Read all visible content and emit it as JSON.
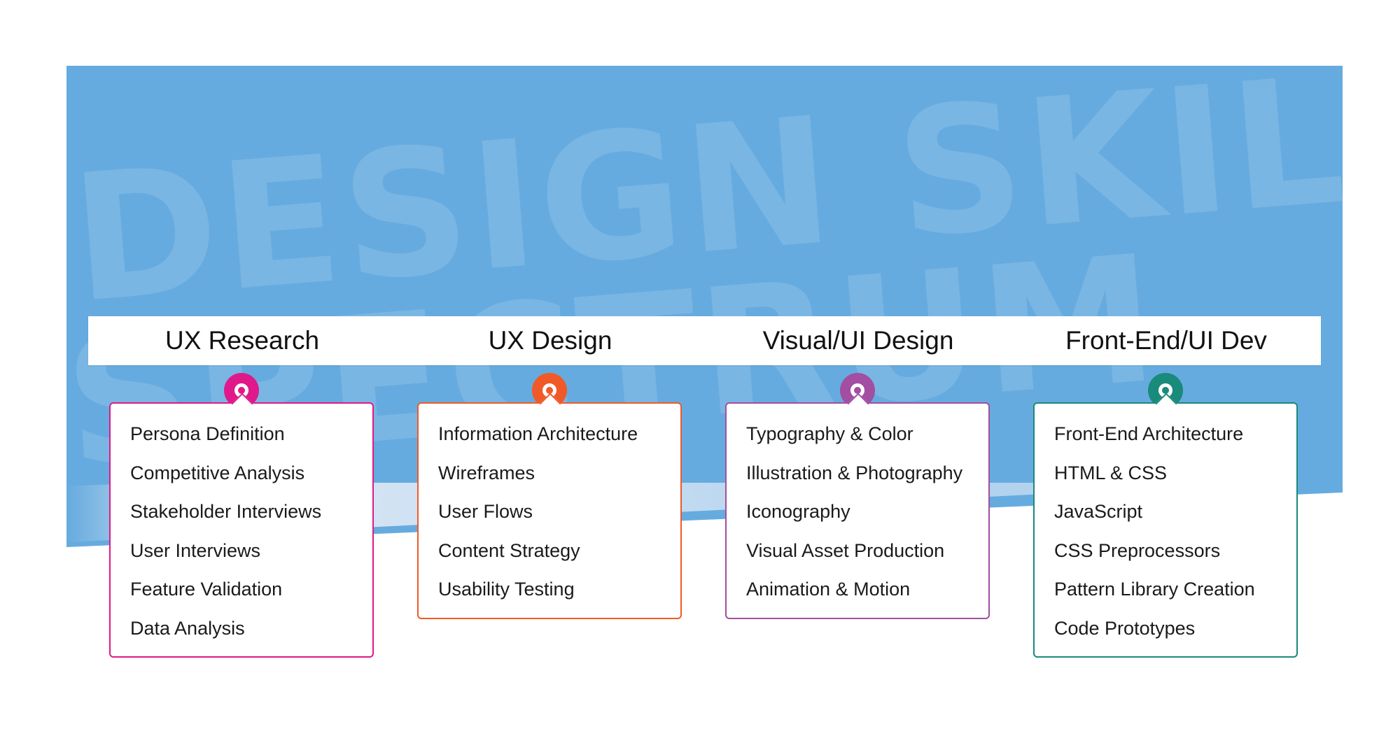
{
  "watermark": {
    "line1": "DESIGN SKILLS",
    "line2": "SPECTRUM"
  },
  "columns": [
    {
      "title": "UX Research",
      "color": "#e0198a",
      "items": [
        "Persona Definition",
        "Competitive Analysis",
        "Stakeholder Interviews",
        "User Interviews",
        "Feature Validation",
        "Data Analysis"
      ]
    },
    {
      "title": "UX Design",
      "color": "#f05a28",
      "items": [
        "Information Architecture",
        "Wireframes",
        "User Flows",
        "Content Strategy",
        "Usability Testing"
      ]
    },
    {
      "title": "Visual/UI Design",
      "color": "#a24ea2",
      "items": [
        "Typography & Color",
        "Illustration & Photography",
        "Iconography",
        "Visual Asset Production",
        "Animation & Motion"
      ]
    },
    {
      "title": "Front-End/UI Dev",
      "color": "#1a8a7a",
      "items": [
        "Front-End Architecture",
        "HTML & CSS",
        "JavaScript",
        "CSS Preprocessors",
        "Pattern Library Creation",
        "Code Prototypes"
      ]
    }
  ]
}
